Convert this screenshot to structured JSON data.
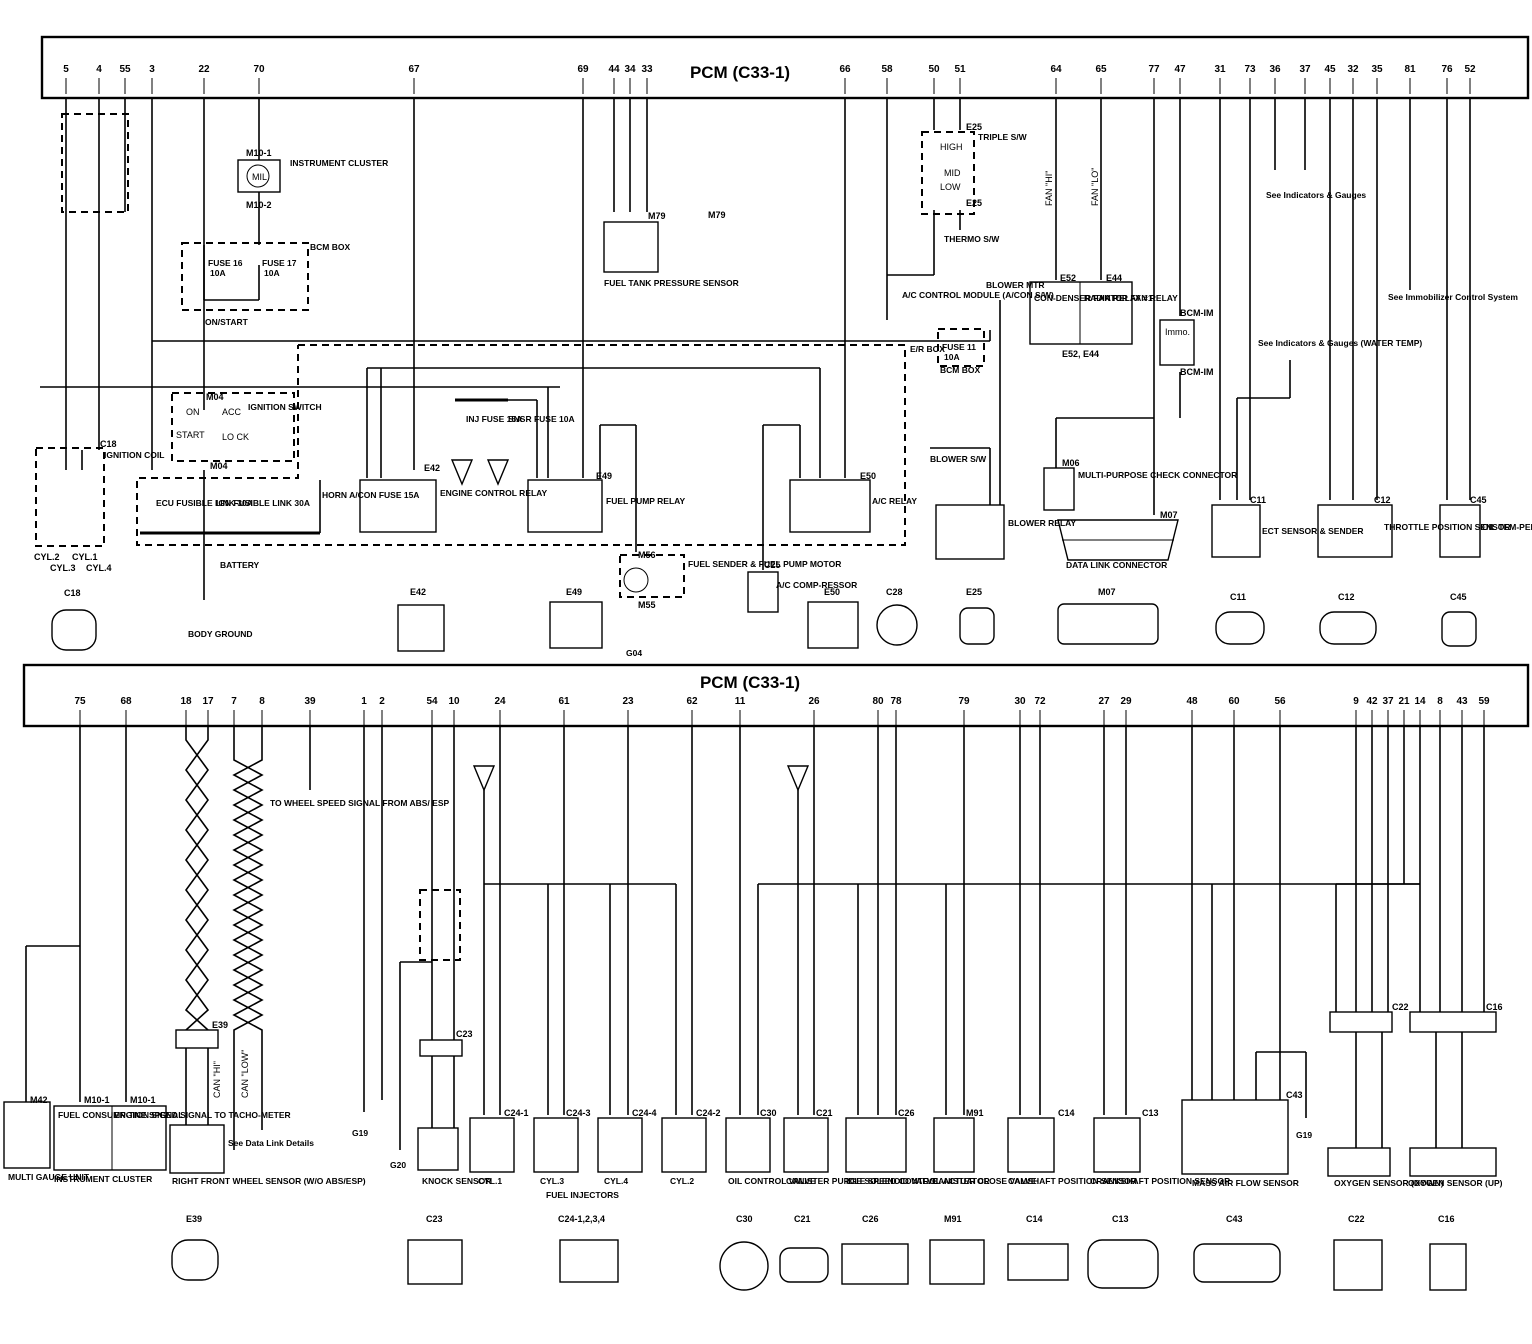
{
  "top_pcm": {
    "title": "PCM (C33-1)",
    "pins": [
      "5",
      "4",
      "55",
      "3",
      "22",
      "70",
      "67",
      "69",
      "44",
      "34",
      "33",
      "66",
      "58",
      "50",
      "51",
      "64",
      "65",
      "77",
      "47",
      "31",
      "73",
      "36",
      "37",
      "45",
      "32",
      "35",
      "81",
      "76",
      "52"
    ]
  },
  "bottom_pcm": {
    "title": "PCM (C33-1)",
    "pins": [
      "75",
      "68",
      "18",
      "17",
      "7",
      "8",
      "39",
      "1",
      "2",
      "54",
      "10",
      "24",
      "61",
      "23",
      "62",
      "11",
      "26",
      "80",
      "78",
      "79",
      "30",
      "72",
      "27",
      "29",
      "48",
      "60",
      "56",
      "9",
      "42",
      "37",
      "21",
      "14",
      "8",
      "43",
      "59"
    ]
  },
  "top_components": {
    "instrument_cluster": "INSTRUMENT CLUSTER",
    "mil": "MIL",
    "m10_1": "M10-1",
    "m10_2": "M10-2",
    "bcm_box": "BCM BOX",
    "fuse16": "FUSE 16",
    "fuse16_rating": "10A",
    "fuse17": "FUSE 17",
    "fuse17_rating": "10A",
    "on_start": "ON/START",
    "ignition_switch": "IGNITION SWITCH",
    "m04": "M04",
    "acc": "ACC",
    "on": "ON",
    "start": "START",
    "lock": "LO CK",
    "ignition_coil": "IGNITION COIL",
    "c18": "C18",
    "cyl2": "CYL.2",
    "cyl3": "CYL.3",
    "cyl1": "CYL.1",
    "cyl4": "CYL.4",
    "ecu_fusible": "ECU FUSIBLE LINK 30A",
    "ign_fusible": "IGN FUSIBLE LINK 30A",
    "battery": "BATTERY",
    "body_ground": "BODY GROUND",
    "horn_fuse": "HORN A/CON FUSE 15A",
    "engine_control_relay": "ENGINE CONTROL RELAY",
    "e42": "E42",
    "inj_fuse": "INJ FUSE 15A",
    "snsr_fuse": "SNSR FUSE 10A",
    "fuel_pump_relay": "FUEL PUMP RELAY",
    "e49": "E49",
    "fuel_tank_sensor": "FUEL TANK PRESSURE SENSOR",
    "m79": "M79",
    "fuel_sender": "FUEL SENDER & FUEL PUMP MOTOR",
    "m56": "M56",
    "m55": "M55",
    "g04": "G04",
    "ac_compressor": "A/C COMP-RESSOR",
    "c25": "C25",
    "ac_relay": "A/C RELAY",
    "e50": "E50",
    "triple_sw": "TRIPLE S/W",
    "e25": "E25",
    "high": "HIGH",
    "mid": "MID",
    "low": "LOW",
    "thermo_sw": "THERMO S/W",
    "ac_control_module": "A/C CONTROL MODULE (A/CON S/W)",
    "er_box": "E/R BOX",
    "fuse11": "FUSE 11",
    "fuse11_rating": "10A",
    "blower_mtr": "BLOWER MTR",
    "blower_sw": "BLOWER S/W",
    "blower_relay": "BLOWER RELAY",
    "condenser_fan_relay": "CON-DENSER FAN RELAY #1",
    "radiator_fan_relay": "RADIATOR FAN RELAY",
    "e52": "E52",
    "e44": "E44",
    "e52_e44": "E52, E44",
    "fan_hi": "FAN \"HI\"",
    "fan_lo": "FAN \"LO\"",
    "bcm_im": "BCM-IM",
    "immo": "Immo.",
    "multipurpose": "MULTI-PURPOSE CHECK CONNECTOR",
    "m06": "M06",
    "data_link": "DATA LINK CONNECTOR",
    "m07": "M07",
    "see_indicators": "See Indicators & Gauges",
    "see_water_temp": "See Indicators & Gauges (WATER TEMP)",
    "see_immobilizer": "See Immobilizer Control System",
    "ect_sensor": "ECT SENSOR & SENDER",
    "c11": "C11",
    "throttle_sensor": "THROTTLE POSITION SENSOR",
    "c12": "C12",
    "oil_temp_sensor": "OIL TEM-PERATURE SENSOR",
    "c45": "C45",
    "c28": "C28"
  },
  "bottom_components": {
    "multi_gauge": "MULTI GAUGE UNIT",
    "m42": "M42",
    "fuel_consumption": "FUEL CONSUMP-TION SIGNAL",
    "engine_speed": "ENGINE SPEED SIGNAL TO TACHO-METER",
    "instrument_cluster": "INSTRUMENT CLUSTER",
    "m10_1": "M10-1",
    "wheel_sensor": "RIGHT FRONT WHEEL SENSOR (W/O ABS/ESP)",
    "e39": "E39",
    "can_hi": "CAN \"HI\"",
    "can_low": "CAN \"LOW\"",
    "see_data_link": "See Data Link Details",
    "wheel_speed_signal": "TO WHEEL SPEED SIGNAL FROM ABS/ ESP",
    "g19": "G19",
    "g20": "G20",
    "knock_sensor": "KNOCK SENSOR",
    "c23": "C23",
    "cyl1": "CYL.1",
    "cyl3": "CYL.3",
    "cyl4": "CYL.4",
    "cyl2": "CYL.2",
    "fuel_injectors": "FUEL INJECTORS",
    "c24_1": "C24-1",
    "c24_3": "C24-3",
    "c24_4": "C24-4",
    "c24_2": "C24-2",
    "c24_all": "C24-1,2,3,4",
    "oil_control_valve": "OIL CONTROL VALVE",
    "c30": "C30",
    "canister_purge": "CANISTER PURGE SOLENOID VALVE",
    "c21": "C21",
    "idle_speed": "IDLE SPEED CONTROL ACTUATOR",
    "c26": "C26",
    "canister_close": "CANISTER CLOSE VALVE",
    "m91": "M91",
    "camshaft": "CAMSHAFT POSITION SENSOR",
    "c14": "C14",
    "crankshaft": "CRANKSHAFT POSITION SENSOR",
    "c13": "C13",
    "maf": "MASS AIR FLOW SENSOR",
    "c43": "C43",
    "o2_down": "OXYGEN SENSOR (DOWN)",
    "c22": "C22",
    "o2_up": "OXYGEN SENSOR (UP)",
    "c16": "C16"
  }
}
